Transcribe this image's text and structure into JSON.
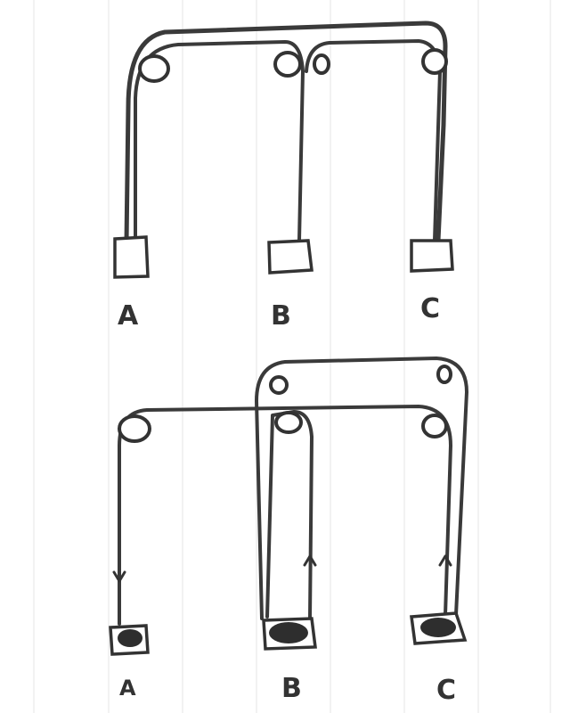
{
  "top_diagram": {
    "labels": [
      "A",
      "B",
      "C"
    ]
  },
  "bottom_diagram": {
    "labels": [
      "A",
      "B",
      "C"
    ]
  }
}
